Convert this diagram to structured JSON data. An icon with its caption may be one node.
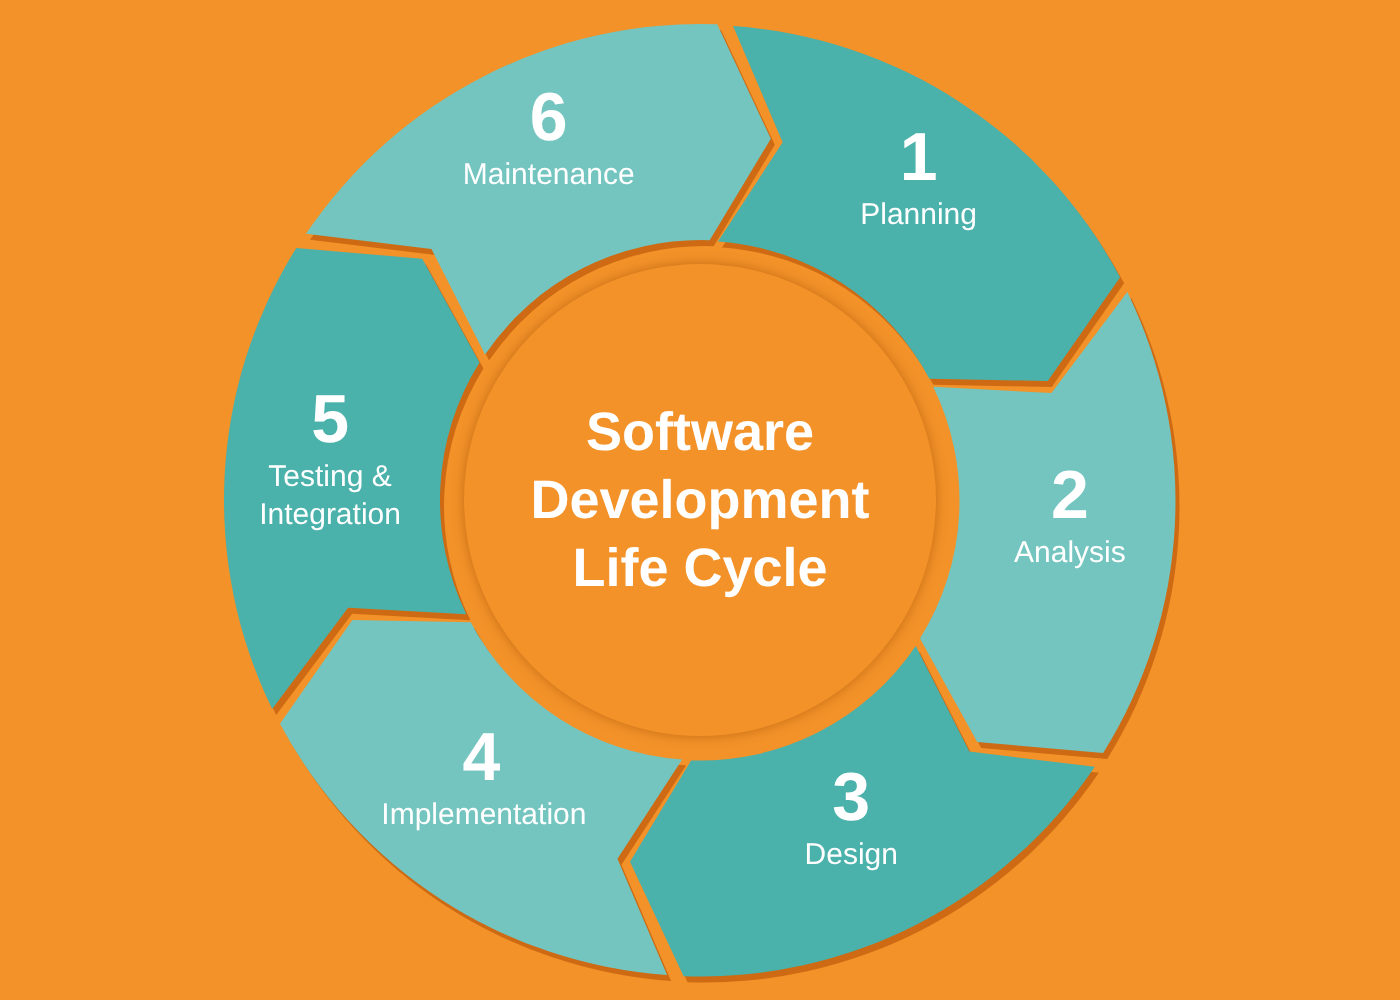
{
  "diagram": {
    "nodes": [
      {
        "text": [
          "Software Development Life Cycle"
        ]
      },
      {
        "text": [
          "1",
          "Planning"
        ]
      },
      {
        "text": [
          "2",
          "Analysis"
        ]
      },
      {
        "text": [
          "3",
          "Design"
        ]
      },
      {
        "text": [
          "4",
          "Implementation"
        ]
      },
      {
        "text": [
          "5",
          "Testing & Integration"
        ]
      },
      {
        "text": [
          "6",
          "Maintenance"
        ]
      }
    ]
  }
}
